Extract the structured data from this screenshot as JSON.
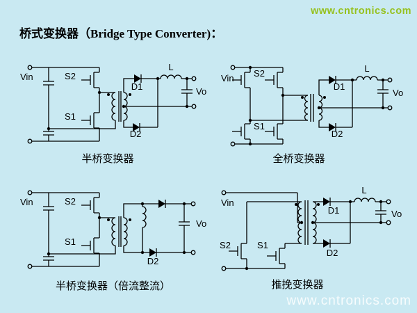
{
  "page": {
    "bg": "#c9e9f2",
    "logo_color": "#96c11e",
    "watermark_color": "rgba(255,255,255,0.85)"
  },
  "title": {
    "zh": "桥式变换器（",
    "en": "Bridge Type Converter)",
    "suffix": "："
  },
  "brand": {
    "logo": "www.cntronics.com",
    "watermark": "www.cntronics.com"
  },
  "labels": {
    "vin": "Vin",
    "s1": "S1",
    "s2": "S2",
    "d1": "D1",
    "d2": "D2",
    "l": "L",
    "vo": "Vo"
  },
  "circuits": [
    {
      "id": "half-bridge",
      "caption": "半桥变换器"
    },
    {
      "id": "full-bridge",
      "caption": "全桥变换器"
    },
    {
      "id": "half-bridge-current-doubler",
      "caption": "半桥变换器（倍流整流）"
    },
    {
      "id": "push-pull",
      "caption": "推挽变换器"
    }
  ]
}
